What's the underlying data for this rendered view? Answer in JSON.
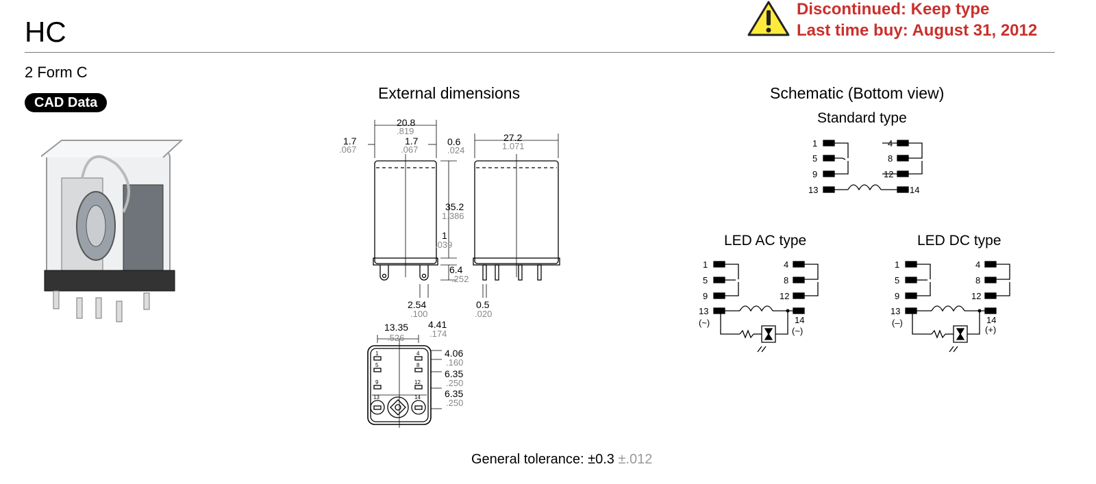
{
  "header": {
    "title": "HC",
    "notice_line1": "Discontinued: Keep type",
    "notice_line2": "Last time buy: August 31, 2012",
    "notice_color": "#c9302c",
    "warning_icon": "warning-triangle-icon"
  },
  "product": {
    "form": "2 Form C",
    "cad_label": "CAD Data"
  },
  "external": {
    "heading": "External dimensions",
    "dims": {
      "w_mm": "20.8",
      "w_in": ".819",
      "l_mm": "1.7",
      "l_in": ".067",
      "m_mm": "1.7",
      "m_in": ".067",
      "t_mm": "0.6",
      "t_in": ".024",
      "d_mm": "27.2",
      "d_in": "1.071",
      "h_mm": "35.2",
      "h_in": "1.386",
      "g_mm": "1",
      "g_in": ".039",
      "pin_mm": "6.4",
      "pin_in": ".252",
      "pitch_mm": "2.54",
      "pitch_in": ".100",
      "pt_mm": "0.5",
      "pt_in": ".020",
      "bw_mm": "13.35",
      "bw_in": ".526",
      "bo_mm": "4.41",
      "bo_in": ".174",
      "r1_mm": "4.06",
      "r1_in": ".160",
      "r2_mm": "6.35",
      "r2_in": ".250",
      "r3_mm": "6.35",
      "r3_in": ".250"
    },
    "bottom_pins": [
      "1",
      "4",
      "5",
      "8",
      "9",
      "12",
      "13",
      "14"
    ]
  },
  "schematic": {
    "heading": "Schematic (Bottom view)",
    "standard": {
      "label": "Standard type",
      "left_pins": [
        "1",
        "5",
        "9",
        "13"
      ],
      "right_pins": [
        "4",
        "8",
        "12",
        "14"
      ]
    },
    "led_ac": {
      "label": "LED AC type",
      "left_pins": [
        "1",
        "5",
        "9",
        "13"
      ],
      "right_pins": [
        "4",
        "8",
        "12",
        "14"
      ],
      "left_polarity": "(~)",
      "right_polarity": "(~)"
    },
    "led_dc": {
      "label": "LED DC type",
      "left_pins": [
        "1",
        "5",
        "9",
        "13"
      ],
      "right_pins": [
        "4",
        "8",
        "12",
        "14"
      ],
      "left_polarity": "(–)",
      "right_polarity": "(+)"
    }
  },
  "footer": {
    "tolerance_label": "General tolerance: ±0.3",
    "tolerance_inch": "±.012"
  }
}
